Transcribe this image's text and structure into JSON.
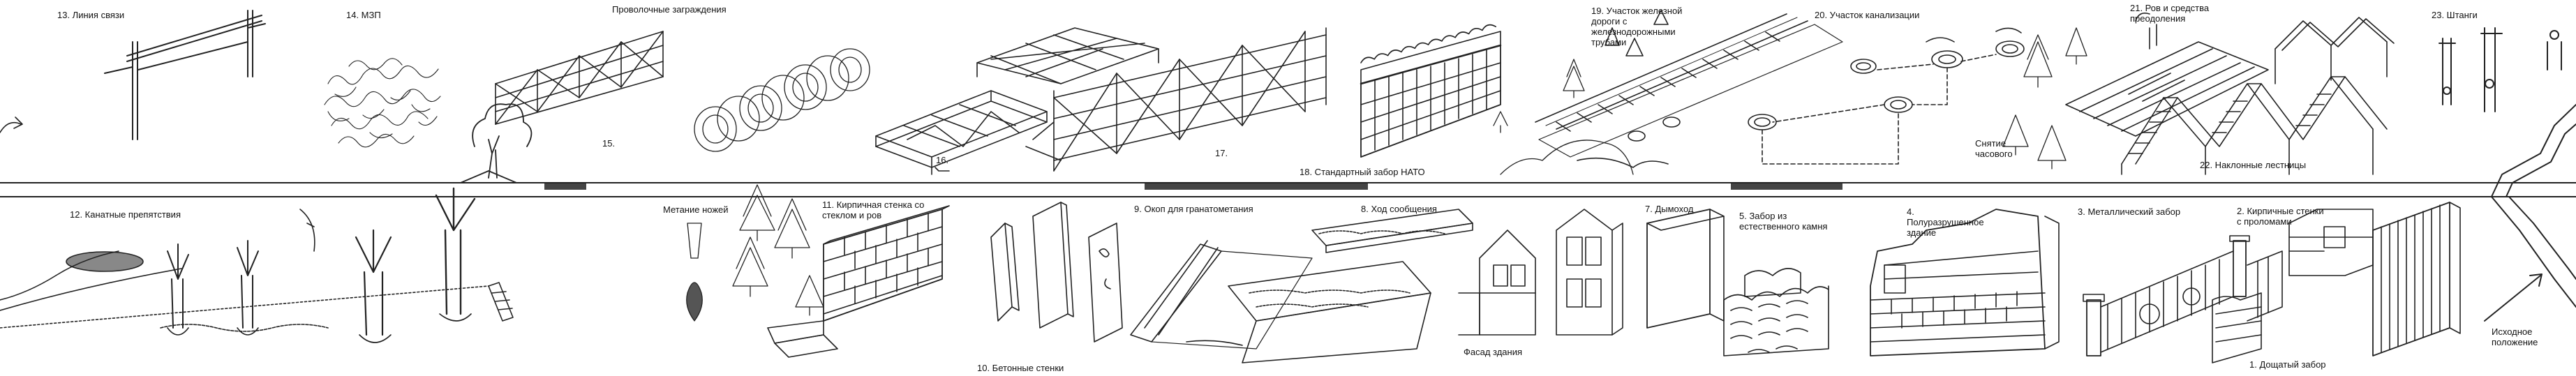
{
  "labels": {
    "l13": "13. Линия связи",
    "l14": "14. МЗП",
    "l_wire": "Проволочные заграждения",
    "l15": "15.",
    "l16": "16.",
    "l17": "17.",
    "l18": "18. Стандартный забор НАТО",
    "l19": "19. Участок железной дороги с железнодорожными трубами",
    "l20": "20. Участок канализации",
    "l_sentry": "Снятие часового",
    "l21": "21. Ров и средства преодоления",
    "l22": "22. Наклонные лестницы",
    "l23": "23. Штанги",
    "l12": "12. Канатные препятствия",
    "l_knife": "Метание ножей",
    "l11": "11. Кирпичная стенка со стеклом и ров",
    "l9": "9. Окоп для гранатометания",
    "l8": "8. Ход сообщения",
    "l7": "7. Дымоход",
    "l_facade": "Фасад здания",
    "l10": "10. Бетонные стенки",
    "l5": "5. Забор из естественного камня",
    "l4": "4. Полуразрушенное здание",
    "l3": "3. Металлический забор",
    "l2": "2. Кирпичные стенки с проломами",
    "l1": "1. Дощатый забор",
    "l_start": "Исходное положение"
  }
}
